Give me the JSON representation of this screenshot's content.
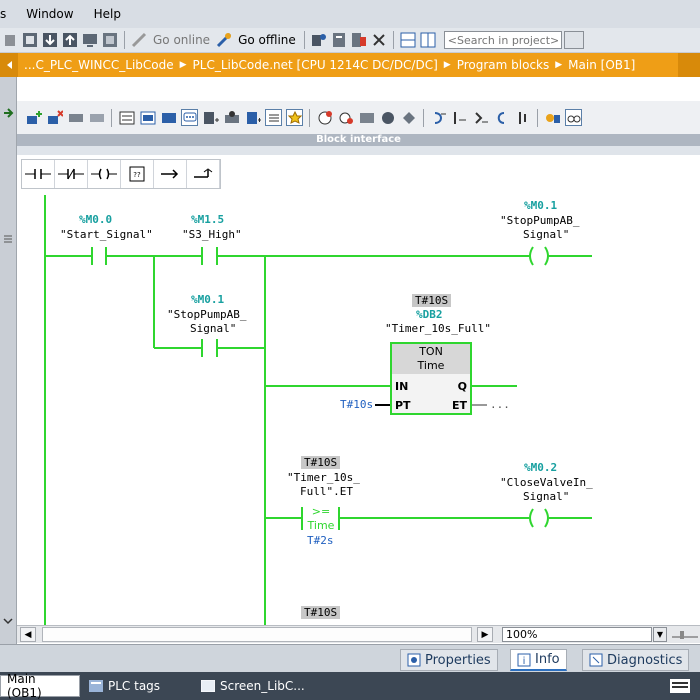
{
  "menu": {
    "items": [
      "s",
      "Window",
      "Help"
    ]
  },
  "toolbar": {
    "go_online": "Go online",
    "go_offline": "Go offline",
    "search_placeholder": "<Search in project>"
  },
  "breadcrumb": {
    "items": [
      "...C_PLC_WINCC_LibCode",
      "PLC_LibCode.net [CPU 1214C DC/DC/DC]",
      "Program blocks",
      "Main [OB1]"
    ]
  },
  "block_interface": {
    "label": "Block interface"
  },
  "ladder": {
    "contact1": {
      "address": "%M0.0",
      "name": "\"Start_Signal\""
    },
    "contact2": {
      "address": "%M1.5",
      "name": "\"S3_High\""
    },
    "contact3": {
      "address": "%M0.1",
      "name_line1": "\"StopPumpAB_",
      "name_line2": "Signal\""
    },
    "coil1": {
      "address": "%M0.1",
      "name_line1": "\"StopPumpAB_",
      "name_line2": "Signal\""
    },
    "timer": {
      "type_badge": "T#10S",
      "db_address": "%DB2",
      "db_name": "\"Timer_10s_Full\"",
      "title": "TON",
      "subtitle": "Time",
      "pin_in": "IN",
      "pin_pt": "PT",
      "pin_q": "Q",
      "pin_et": "ET",
      "pt_value": "T#10s",
      "et_value": "..."
    },
    "compare": {
      "type_badge": "T#10S",
      "name_line1": "\"Timer_10s_",
      "name_line2": "Full\".ET",
      "op": ">=",
      "op_type": "Time",
      "value": "T#2s"
    },
    "coil2": {
      "address": "%M0.2",
      "name_line1": "\"CloseValveIn_",
      "name_line2": "Signal\""
    },
    "next_badge": "T#10S"
  },
  "scrollbar": {
    "zoom": "100%"
  },
  "inspector": {
    "tabs": [
      "Properties",
      "Info",
      "Diagnostics"
    ]
  },
  "statusbar": {
    "tabs": [
      "Main (OB1)",
      "PLC tags",
      "Screen_LibC..."
    ]
  },
  "colors": {
    "accent": "#ef9e16",
    "rung": "#2fd62f",
    "address": "#18a0a0"
  }
}
